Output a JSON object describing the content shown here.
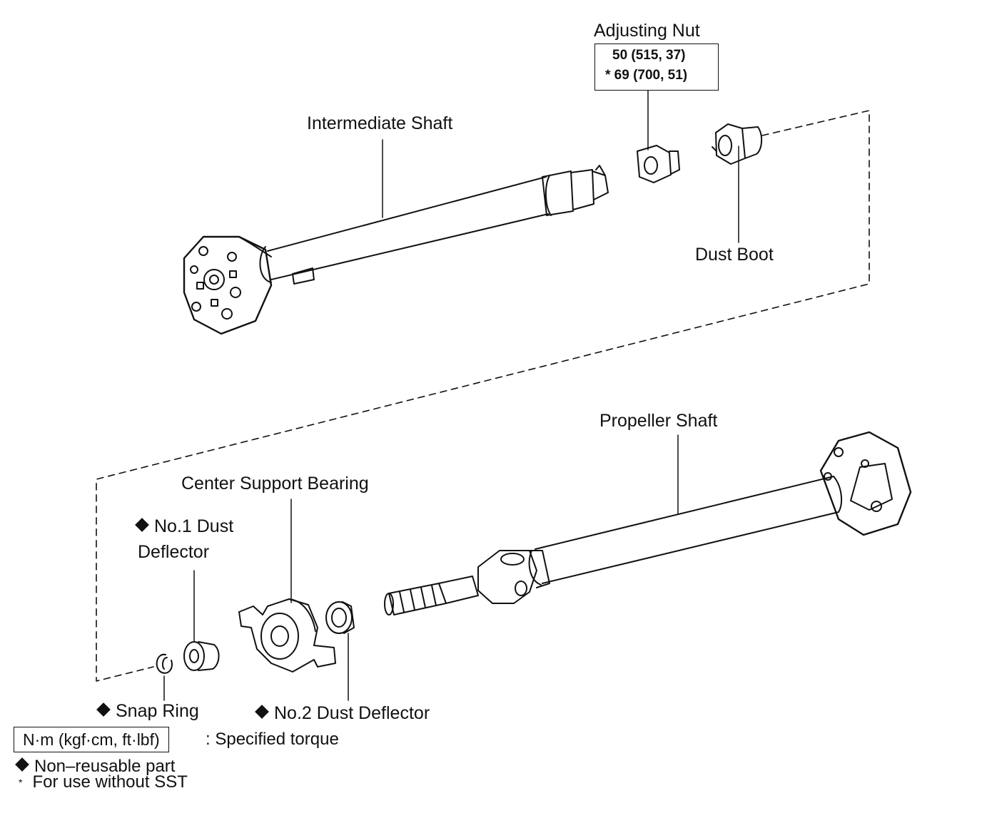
{
  "labels": {
    "adjusting_nut": "Adjusting Nut",
    "intermediate_shaft": "Intermediate Shaft",
    "dust_boot": "Dust Boot",
    "propeller_shaft": "Propeller Shaft",
    "center_support_bearing": "Center Support Bearing",
    "no1_dust_deflector_line1": "No.1 Dust",
    "no1_dust_deflector_line2": "Deflector",
    "snap_ring": "Snap Ring",
    "no2_dust_deflector": "No.2 Dust Deflector"
  },
  "torque_spec": {
    "line1": "50 (515, 37)",
    "line2": "* 69 (700, 51)"
  },
  "legend": {
    "unit_box": "N·m (kgf·cm, ft·lbf)",
    "unit_text": ": Specified torque",
    "non_reusable": "Non–reusable part",
    "star_symbol": "*",
    "without_sst": "For use without SST"
  }
}
